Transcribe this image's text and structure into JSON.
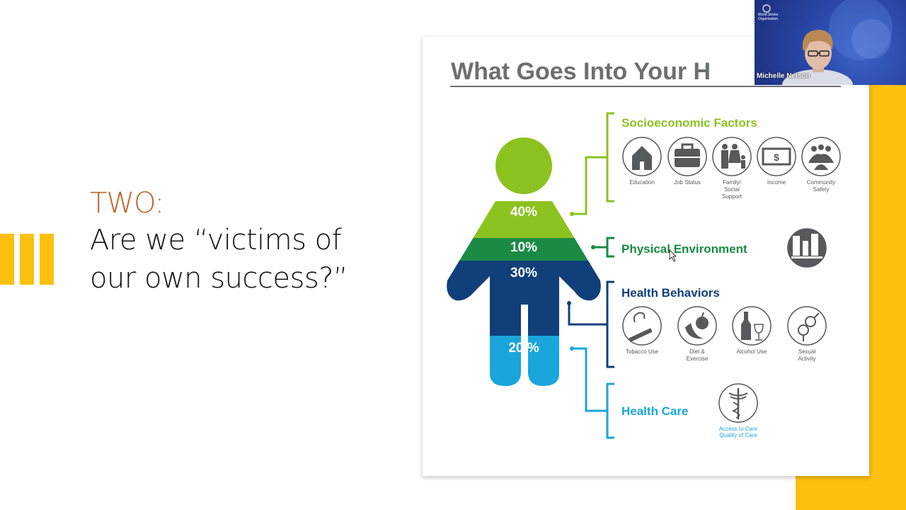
{
  "slide": {
    "heading": "TWO:",
    "line1": "Are we “victims of",
    "line2": "our own success?”"
  },
  "infographic": {
    "title": "What Goes Into Your H",
    "percents": [
      "40%",
      "10%",
      "30%",
      "20 %"
    ],
    "socioeconomic": {
      "label": "Socioeconomic Factors",
      "items": [
        {
          "icon": "school-icon",
          "line1": "Education",
          "line2": ""
        },
        {
          "icon": "briefcase-icon",
          "line1": "Job Status",
          "line2": ""
        },
        {
          "icon": "family-icon",
          "line1": "Family/",
          "line2": "Social",
          "line3": "Support"
        },
        {
          "icon": "money-icon",
          "line1": "Income",
          "line2": ""
        },
        {
          "icon": "community-icon",
          "line1": "Community",
          "line2": "Safety"
        }
      ]
    },
    "physical": {
      "label": "Physical Environment",
      "icon": "city-icon"
    },
    "behaviors": {
      "label": "Health Behaviors",
      "items": [
        {
          "icon": "cigarette-icon",
          "line1": "Tobacco Use",
          "line2": ""
        },
        {
          "icon": "fruit-icon",
          "line1": "Diet &",
          "line2": "Exercise"
        },
        {
          "icon": "bottle-icon",
          "line1": "Alcohol Use",
          "line2": ""
        },
        {
          "icon": "gender-icon",
          "line1": "Sexual",
          "line2": "Activity"
        }
      ]
    },
    "care": {
      "label": "Health Care",
      "icon": "caduceus-icon",
      "line1": "Access to Care",
      "line2": "Quality of Care"
    },
    "colors": {
      "green": "#8cc21f",
      "darkgreen": "#1a8a45",
      "navy": "#103f7a",
      "lightblue": "#1aa6db"
    }
  },
  "video": {
    "participant_name": "Michelle Nelson",
    "logo_text": "World Stroke Organization"
  }
}
